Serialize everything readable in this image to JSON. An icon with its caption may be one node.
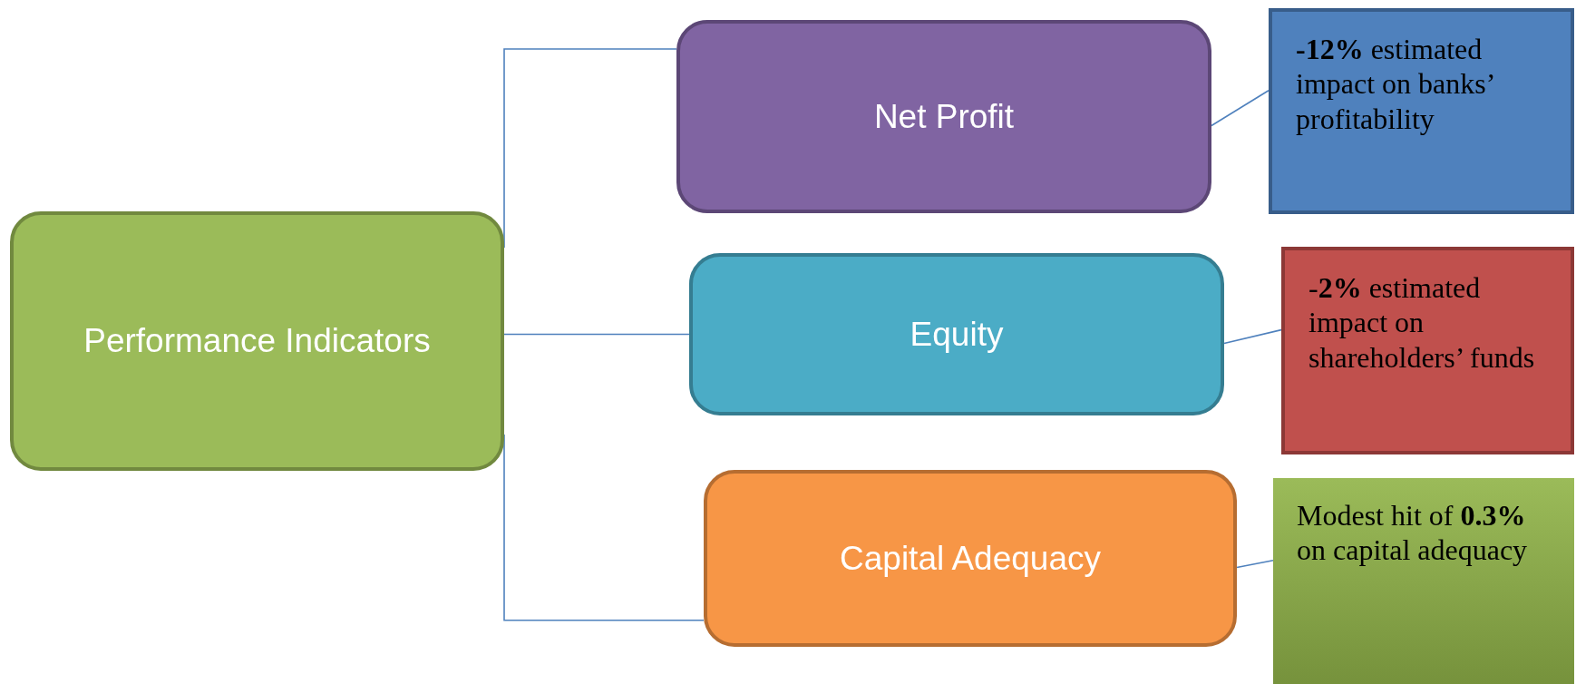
{
  "diagram": {
    "nodes": [
      {
        "text": [
          "Performance Indicators"
        ]
      },
      {
        "text": [
          "Net Profit"
        ]
      },
      {
        "text": [
          "Equity"
        ]
      },
      {
        "text": [
          "Capital Adequacy"
        ]
      },
      {
        "text": [
          "**-12%** estimated impact on banks’ profitability"
        ]
      },
      {
        "text": [
          "-**2%**  estimated impact on shareholders’ funds"
        ]
      },
      {
        "text": [
          "Modest  hit of **0.3%** on  capital adequacy"
        ]
      }
    ],
    "edges": [
      {
        "from": 0,
        "to": 1,
        "arrow": "none"
      },
      {
        "from": 0,
        "to": 2,
        "arrow": "none"
      },
      {
        "from": 0,
        "to": 3,
        "arrow": "none"
      },
      {
        "from": 1,
        "to": 4,
        "arrow": "none"
      },
      {
        "from": 2,
        "to": 5,
        "arrow": "none"
      },
      {
        "from": 3,
        "to": 6,
        "arrow": "none"
      }
    ]
  }
}
